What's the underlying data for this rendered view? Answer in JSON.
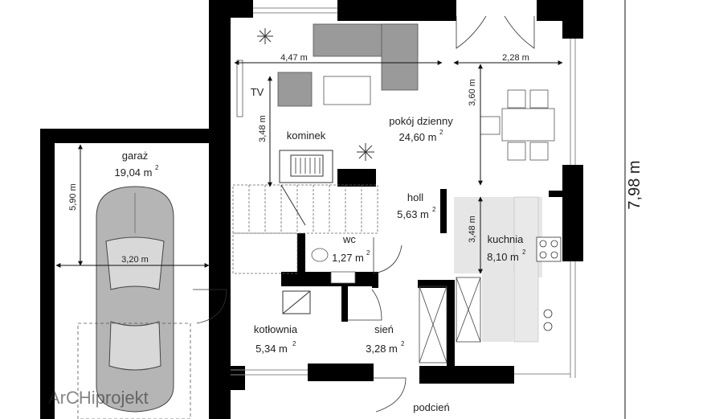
{
  "rooms": {
    "garage": {
      "name": "garaż",
      "area": "19,04 m",
      "sup": "2"
    },
    "living": {
      "name": "pokój dzienny",
      "area": "24,60 m",
      "sup": "2"
    },
    "hall": {
      "name": "holl",
      "area": "5,63 m",
      "sup": "2"
    },
    "kitchen": {
      "name": "kuchnia",
      "area": "8,10 m",
      "sup": "2"
    },
    "wc": {
      "name": "wc",
      "area": "1,27 m",
      "sup": "2"
    },
    "boiler": {
      "name": "kotłownia",
      "area": "5,34 m",
      "sup": "2"
    },
    "vestibule": {
      "name": "sień",
      "area": "3,28 m",
      "sup": "2"
    },
    "porch": {
      "name": "podcień"
    },
    "fireplace": {
      "name": "kominek"
    },
    "tv": {
      "name": "TV"
    }
  },
  "dimensions": {
    "living_width": "4,47 m",
    "dining_width": "2,28 m",
    "dining_depth": "3,60 m",
    "living_depth": "3,48 m",
    "kitchen_depth": "3,48 m",
    "garage_depth": "5,90 m",
    "garage_width": "3,20 m",
    "overall_depth": "7,98 m"
  },
  "watermark": "ArCHiprojekt"
}
